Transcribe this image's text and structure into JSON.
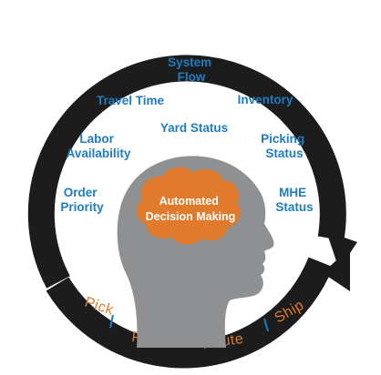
{
  "ring": {
    "title": "Real-Time Fulfillment Execution",
    "colors": {
      "ring": "#1c1c1c",
      "text": "#ffffff"
    }
  },
  "stages": [
    "Pick",
    "Pack",
    "Route",
    "Ship"
  ],
  "factors": {
    "system_flow": [
      "System",
      "Flow"
    ],
    "travel_time": [
      "Travel Time"
    ],
    "inventory": [
      "Inventory"
    ],
    "yard_status": [
      "Yard Status"
    ],
    "labor_availability": [
      "Labor",
      "Availability"
    ],
    "picking_status": [
      "Picking",
      "Status"
    ],
    "order_priority": [
      "Order",
      "Priority"
    ],
    "mhe_status": [
      "MHE",
      "Status"
    ]
  },
  "brain": {
    "lines": [
      "Automated",
      "Decision Making"
    ]
  },
  "colors": {
    "factor_text": "#1f7cc1",
    "stage_text": "#e07a2c",
    "separator": "#1f7cc1",
    "head": "#8f9092",
    "brain": "#e07a2c"
  }
}
